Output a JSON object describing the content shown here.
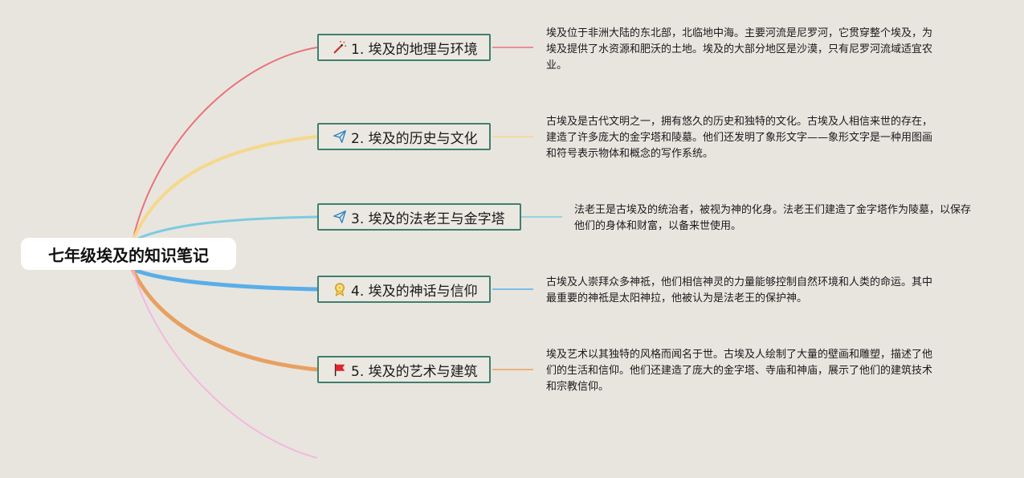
{
  "root": {
    "title": "七年级埃及的知识笔记"
  },
  "topics": [
    {
      "label": "1. 埃及的地理与环境",
      "icon": "magic-wand-icon",
      "branch_color": "#e8737a",
      "desc": "埃及位于非洲大陆的东北部，北临地中海。主要河流是尼罗河，它贯穿整个埃及，为埃及提供了水资源和肥沃的土地。埃及的大部分地区是沙漠，只有尼罗河流域适宜农业。"
    },
    {
      "label": "2. 埃及的历史与文化",
      "icon": "paper-plane-icon",
      "branch_color": "#f5d88a",
      "desc": "古埃及是古代文明之一，拥有悠久的历史和独特的文化。古埃及人相信来世的存在，建造了许多庞大的金字塔和陵墓。他们还发明了象形文字——象形文字是一种用图画和符号表示物体和概念的写作系统。"
    },
    {
      "label": "3. 埃及的法老王与金字塔",
      "icon": "paper-plane-icon",
      "branch_color": "#7ccbe0",
      "desc": "法老王是古埃及的统治者，被视为神的化身。法老王们建造了金字塔作为陵墓，以保存他们的身体和财富，以备来世使用。"
    },
    {
      "label": "4. 埃及的神话与信仰",
      "icon": "medal-icon",
      "branch_color": "#5aaee8",
      "desc": "古埃及人崇拜众多神祗，他们相信神灵的力量能够控制自然环境和人类的命运。其中最重要的神祗是太阳神拉，他被认为是法老王的保护神。"
    },
    {
      "label": "5. 埃及的艺术与建筑",
      "icon": "red-flag-icon",
      "branch_color": "#e8a060",
      "desc": "埃及艺术以其独特的风格而闻名于世。古埃及人绘制了大量的壁画和雕塑，描述了他们的生活和信仰。他们还建造了庞大的金字塔、寺庙和神庙，展示了他们的建筑技术和宗教信仰。"
    }
  ],
  "extra_branch_color": "#f2b8e0"
}
